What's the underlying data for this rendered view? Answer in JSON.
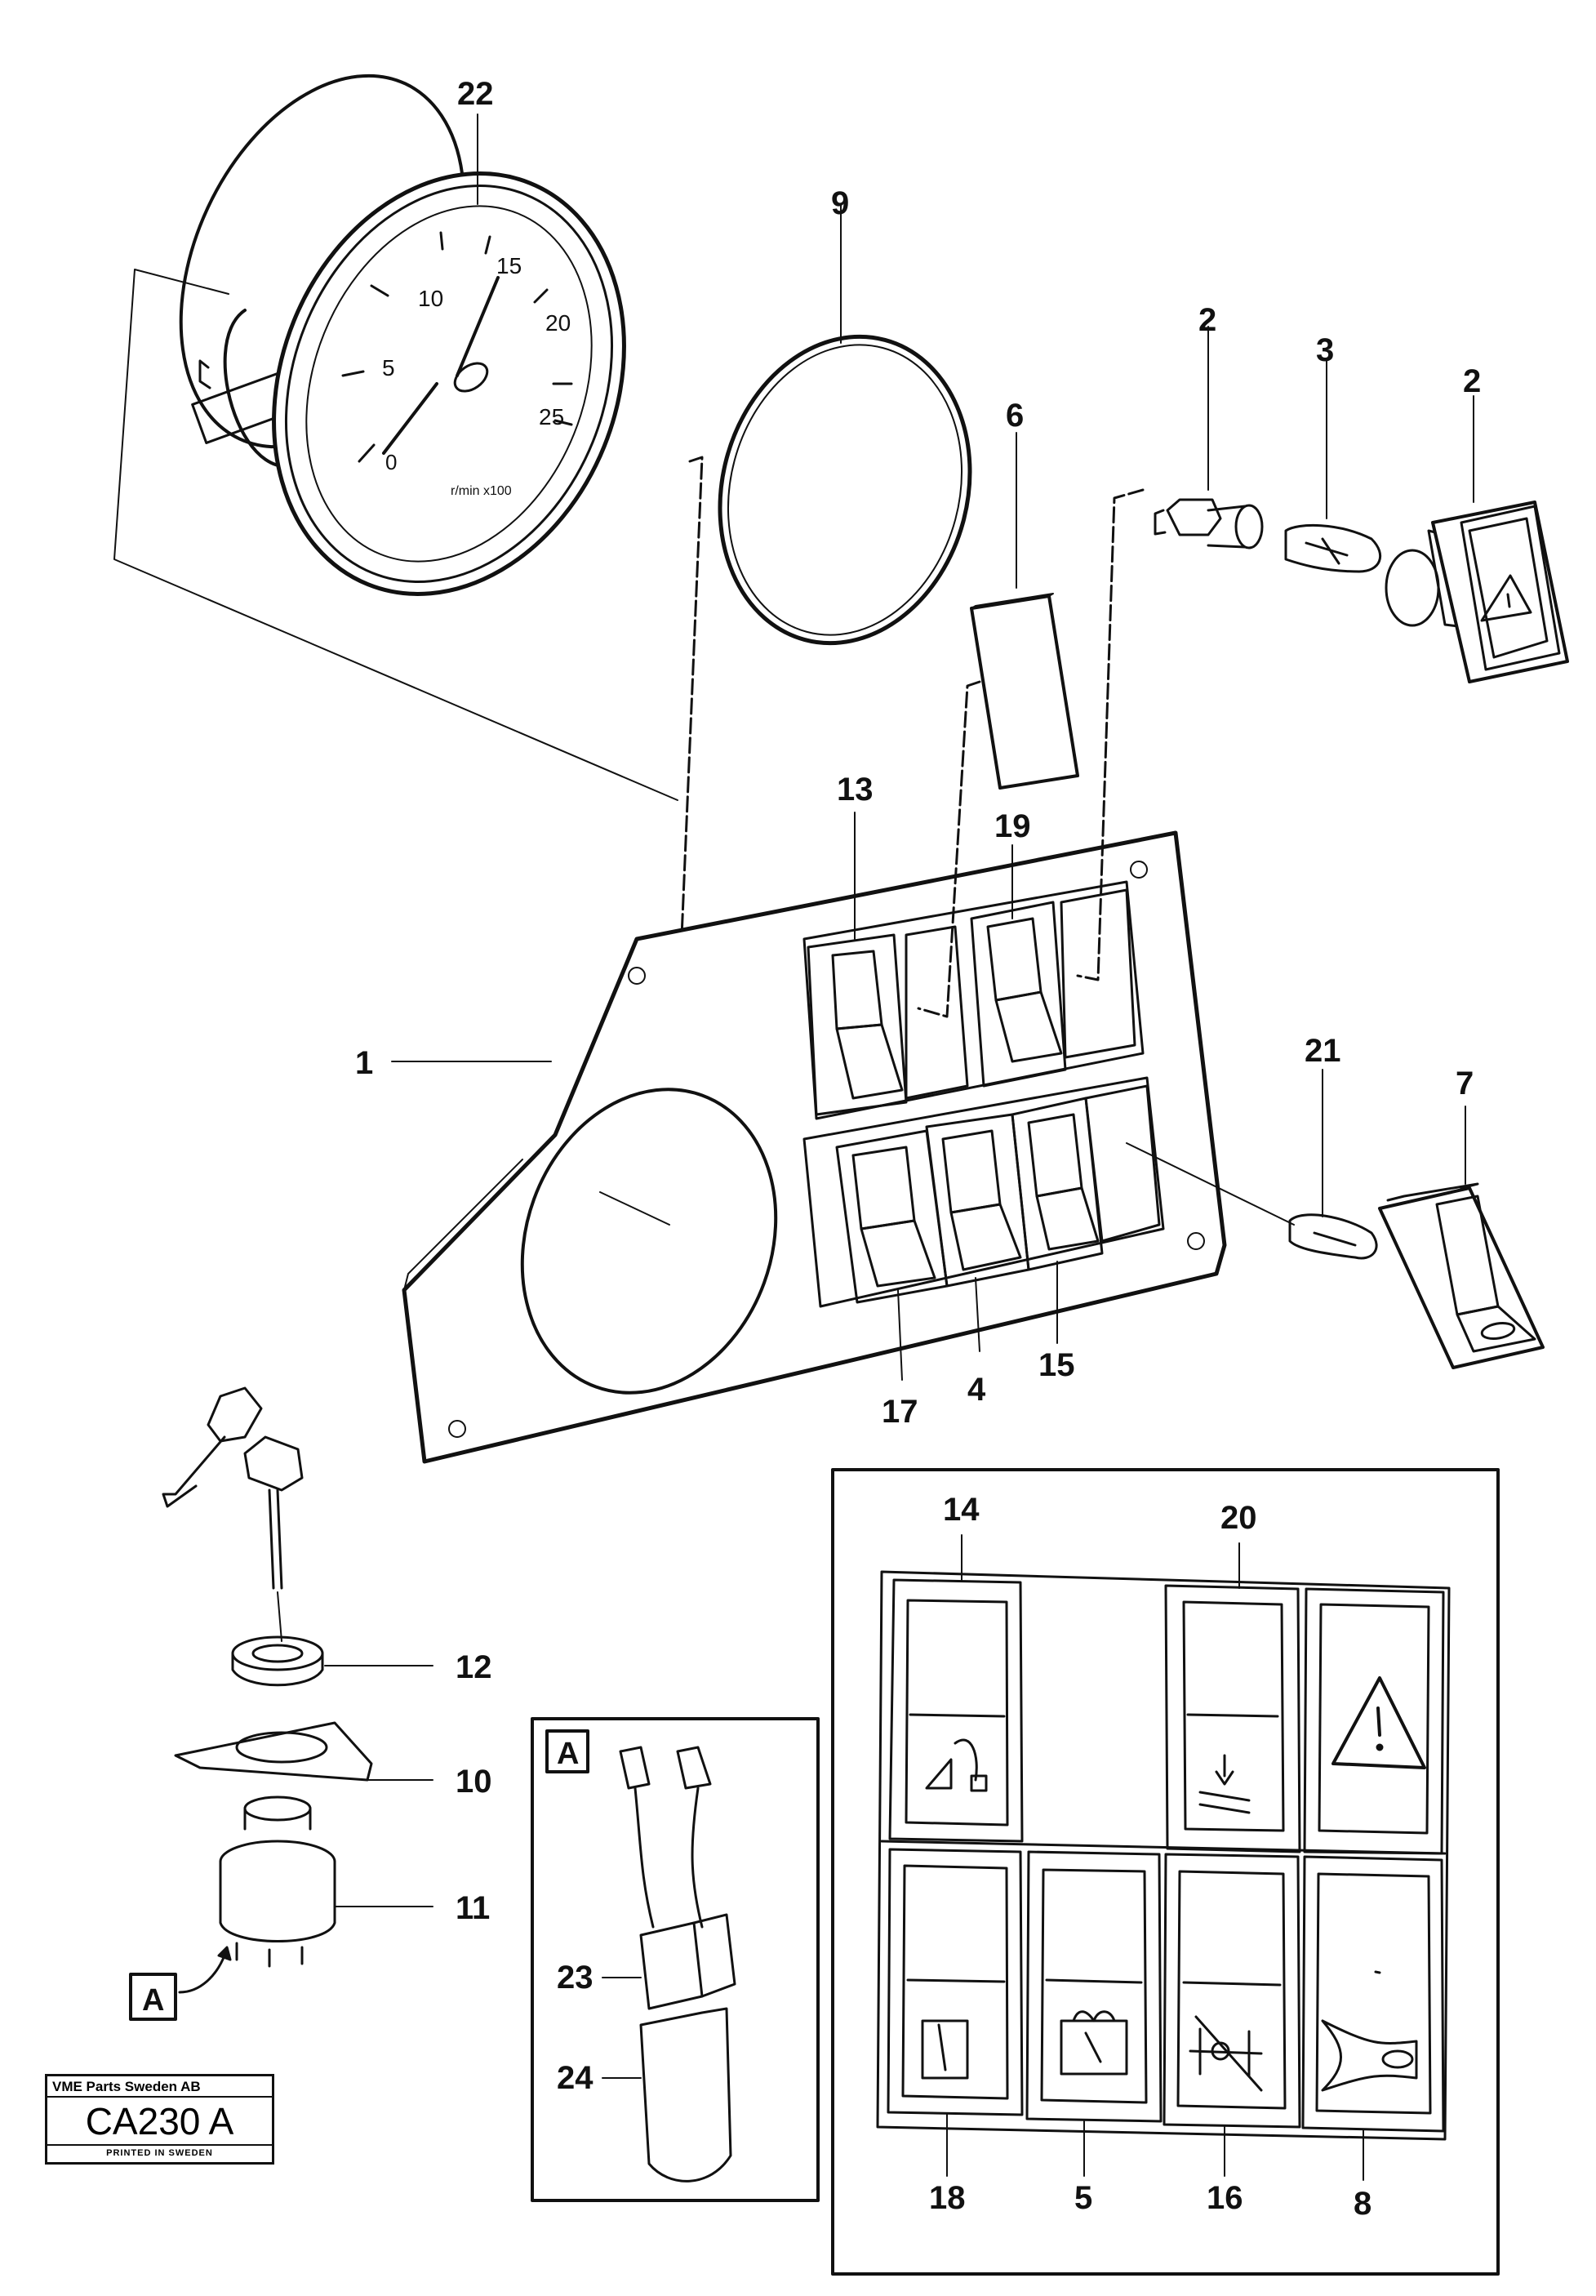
{
  "labels": {
    "p1": "1",
    "p2a": "2",
    "p2b": "2",
    "p3": "3",
    "p4": "4",
    "p5": "5",
    "p6": "6",
    "p7": "7",
    "p8": "8",
    "p9": "9",
    "p10": "10",
    "p11": "11",
    "p12": "12",
    "p13": "13",
    "p14": "14",
    "p15": "15",
    "p16": "16",
    "p17": "17",
    "p18": "18",
    "p19": "19",
    "p20": "20",
    "p21": "21",
    "p22": "22",
    "p23": "23",
    "p24": "24"
  },
  "detail": {
    "tag": "A",
    "ref_tag": "A"
  },
  "gauge": {
    "scale": [
      "5",
      "10",
      "15",
      "20",
      "25"
    ],
    "zero": "0",
    "unit": "r/min x100"
  },
  "stamp": {
    "company": "VME Parts Sweden AB",
    "code": "CA230 A",
    "printed": "PRINTED IN SWEDEN"
  },
  "icons": [
    "key-icon",
    "warning-triangle-icon",
    "horn-icon",
    "hydraulic-lever-icon",
    "float-icon",
    "battery-icon",
    "axle-lock-icon",
    "light-switch-icon"
  ]
}
